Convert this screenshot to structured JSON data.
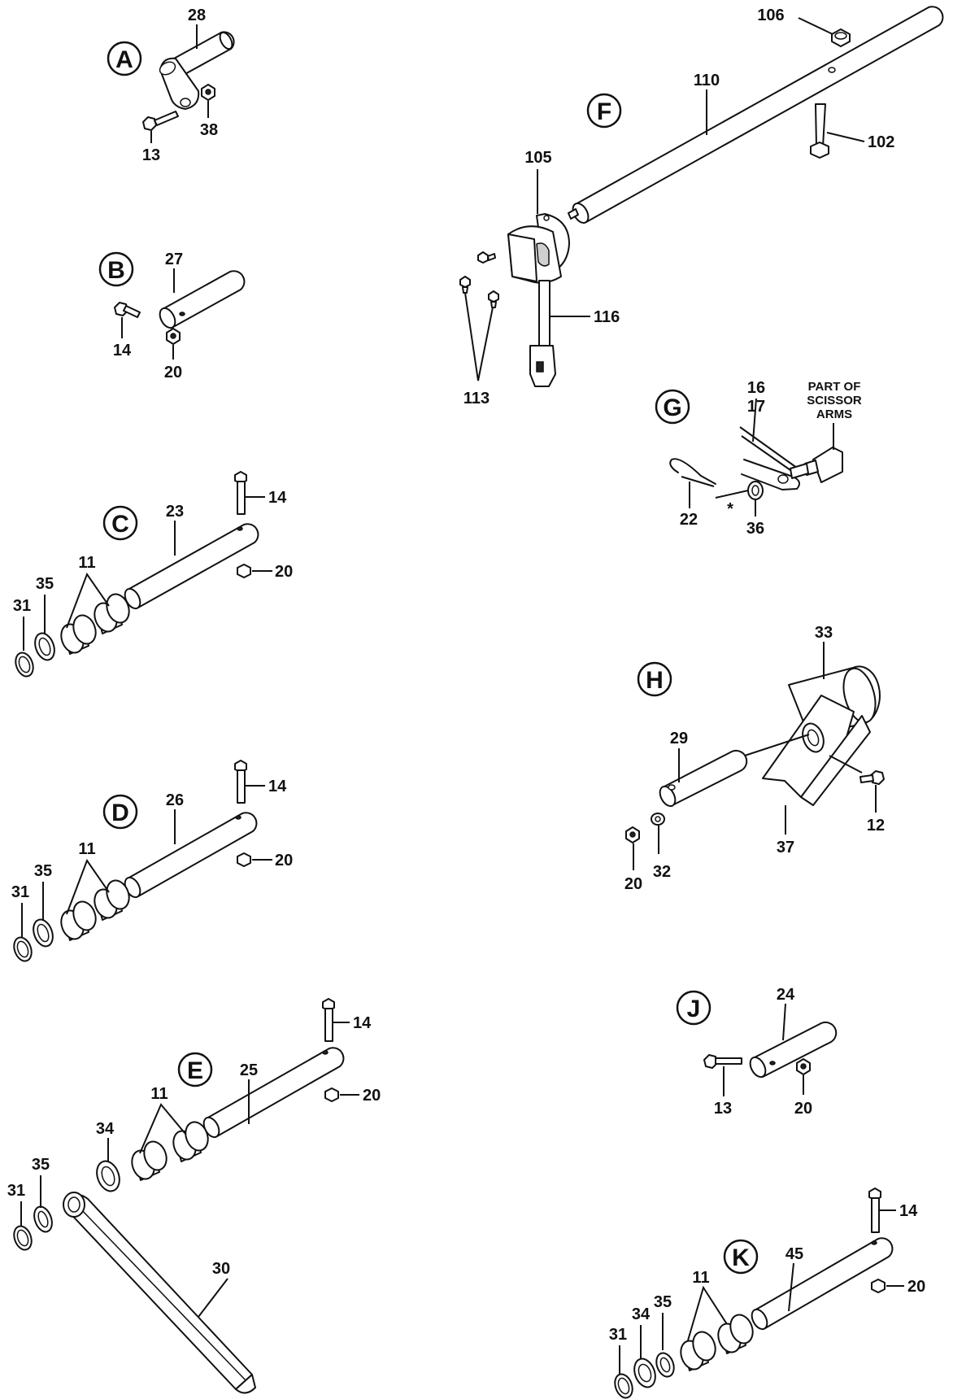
{
  "groups": {
    "A": {
      "label": "A",
      "callouts": {
        "p28": "28",
        "p13": "13",
        "p38": "38"
      }
    },
    "B": {
      "label": "B",
      "callouts": {
        "p27": "27",
        "p14": "14",
        "p20": "20"
      }
    },
    "C": {
      "label": "C",
      "callouts": {
        "p14": "14",
        "p23": "23",
        "p20": "20",
        "p11": "11",
        "p35": "35",
        "p31": "31"
      }
    },
    "D": {
      "label": "D",
      "callouts": {
        "p14": "14",
        "p26": "26",
        "p20": "20",
        "p11": "11",
        "p35": "35",
        "p31": "31"
      }
    },
    "E": {
      "label": "E",
      "callouts": {
        "p14": "14",
        "p25": "25",
        "p20": "20",
        "p11": "11",
        "p34": "34",
        "p35": "35",
        "p31": "31",
        "p30": "30"
      }
    },
    "F": {
      "label": "F",
      "callouts": {
        "p106": "106",
        "p110": "110",
        "p102": "102",
        "p105": "105",
        "p116": "116",
        "p113": "113"
      }
    },
    "G": {
      "label": "G",
      "callouts": {
        "p16": "16",
        "p17": "17",
        "p22": "22",
        "p36": "36",
        "asterisk": "*"
      },
      "note_lines": [
        "PART OF",
        "SCISSOR",
        "ARMS"
      ]
    },
    "H": {
      "label": "H",
      "callouts": {
        "p33": "33",
        "p29": "29",
        "p12": "12",
        "p37": "37",
        "p20": "20",
        "p32": "32"
      }
    },
    "J": {
      "label": "J",
      "callouts": {
        "p24": "24",
        "p13": "13",
        "p20": "20"
      }
    },
    "K": {
      "label": "K",
      "callouts": {
        "p14": "14",
        "p45": "45",
        "p20": "20",
        "p11": "11",
        "p35": "35",
        "p34": "34",
        "p31": "31"
      }
    }
  }
}
